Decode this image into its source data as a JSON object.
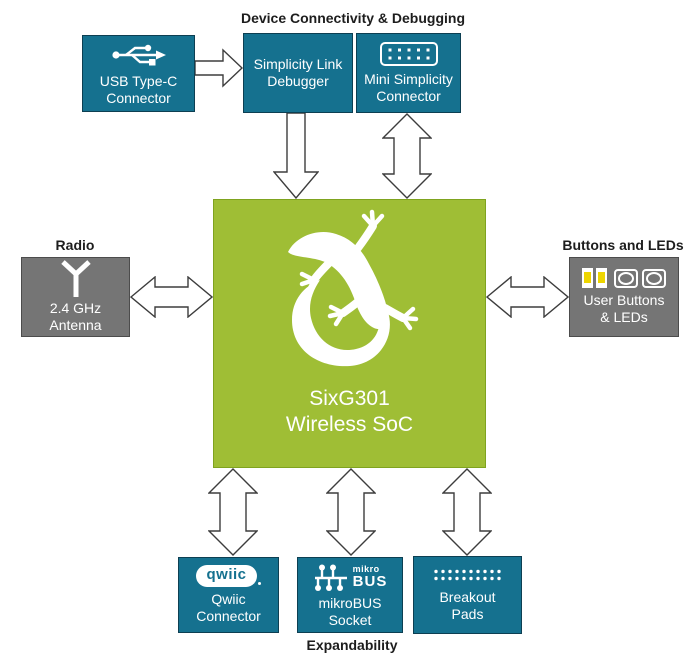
{
  "colors": {
    "teal": "#15718f",
    "green": "#9fbe35",
    "gray": "#757575",
    "led_yellow": "#edd500",
    "arrow_fill": "#ffffff",
    "arrow_stroke": "#3d3d3d",
    "label_text": "#1d1d1d"
  },
  "section_labels": {
    "top": "Device Connectivity & Debugging",
    "left": "Radio",
    "right": "Buttons and LEDs",
    "bottom": "Expandability"
  },
  "soc": {
    "icon": "gecko-icon",
    "line1": "SixG301",
    "line2": "Wireless SoC"
  },
  "nodes": {
    "usb": {
      "icon": "usb-icon",
      "line1": "USB Type-C",
      "line2": "Connector"
    },
    "debugger": {
      "line1": "Simplicity Link",
      "line2": "Debugger"
    },
    "mini_simplicity": {
      "icon": "pin-header-icon",
      "line1": "Mini Simplicity",
      "line2": "Connector"
    },
    "antenna": {
      "icon": "antenna-icon",
      "line1": "2.4 GHz",
      "line2": "Antenna"
    },
    "buttons_leds": {
      "icon": "buttons-leds-icon",
      "line1": "User Buttons",
      "line2": "& LEDs"
    },
    "qwiic": {
      "icon": "qwiic-logo",
      "logo_text": "qwiic",
      "line1": "Qwiic",
      "line2": "Connector"
    },
    "mikrobus": {
      "icon": "mikrobus-logo",
      "logo_line1": "mikro",
      "logo_line2": "BUS",
      "line1": "mikroBUS",
      "line2": "Socket"
    },
    "breakout": {
      "icon": "breakout-pads-icon",
      "line1": "Breakout",
      "line2": "Pads"
    }
  }
}
